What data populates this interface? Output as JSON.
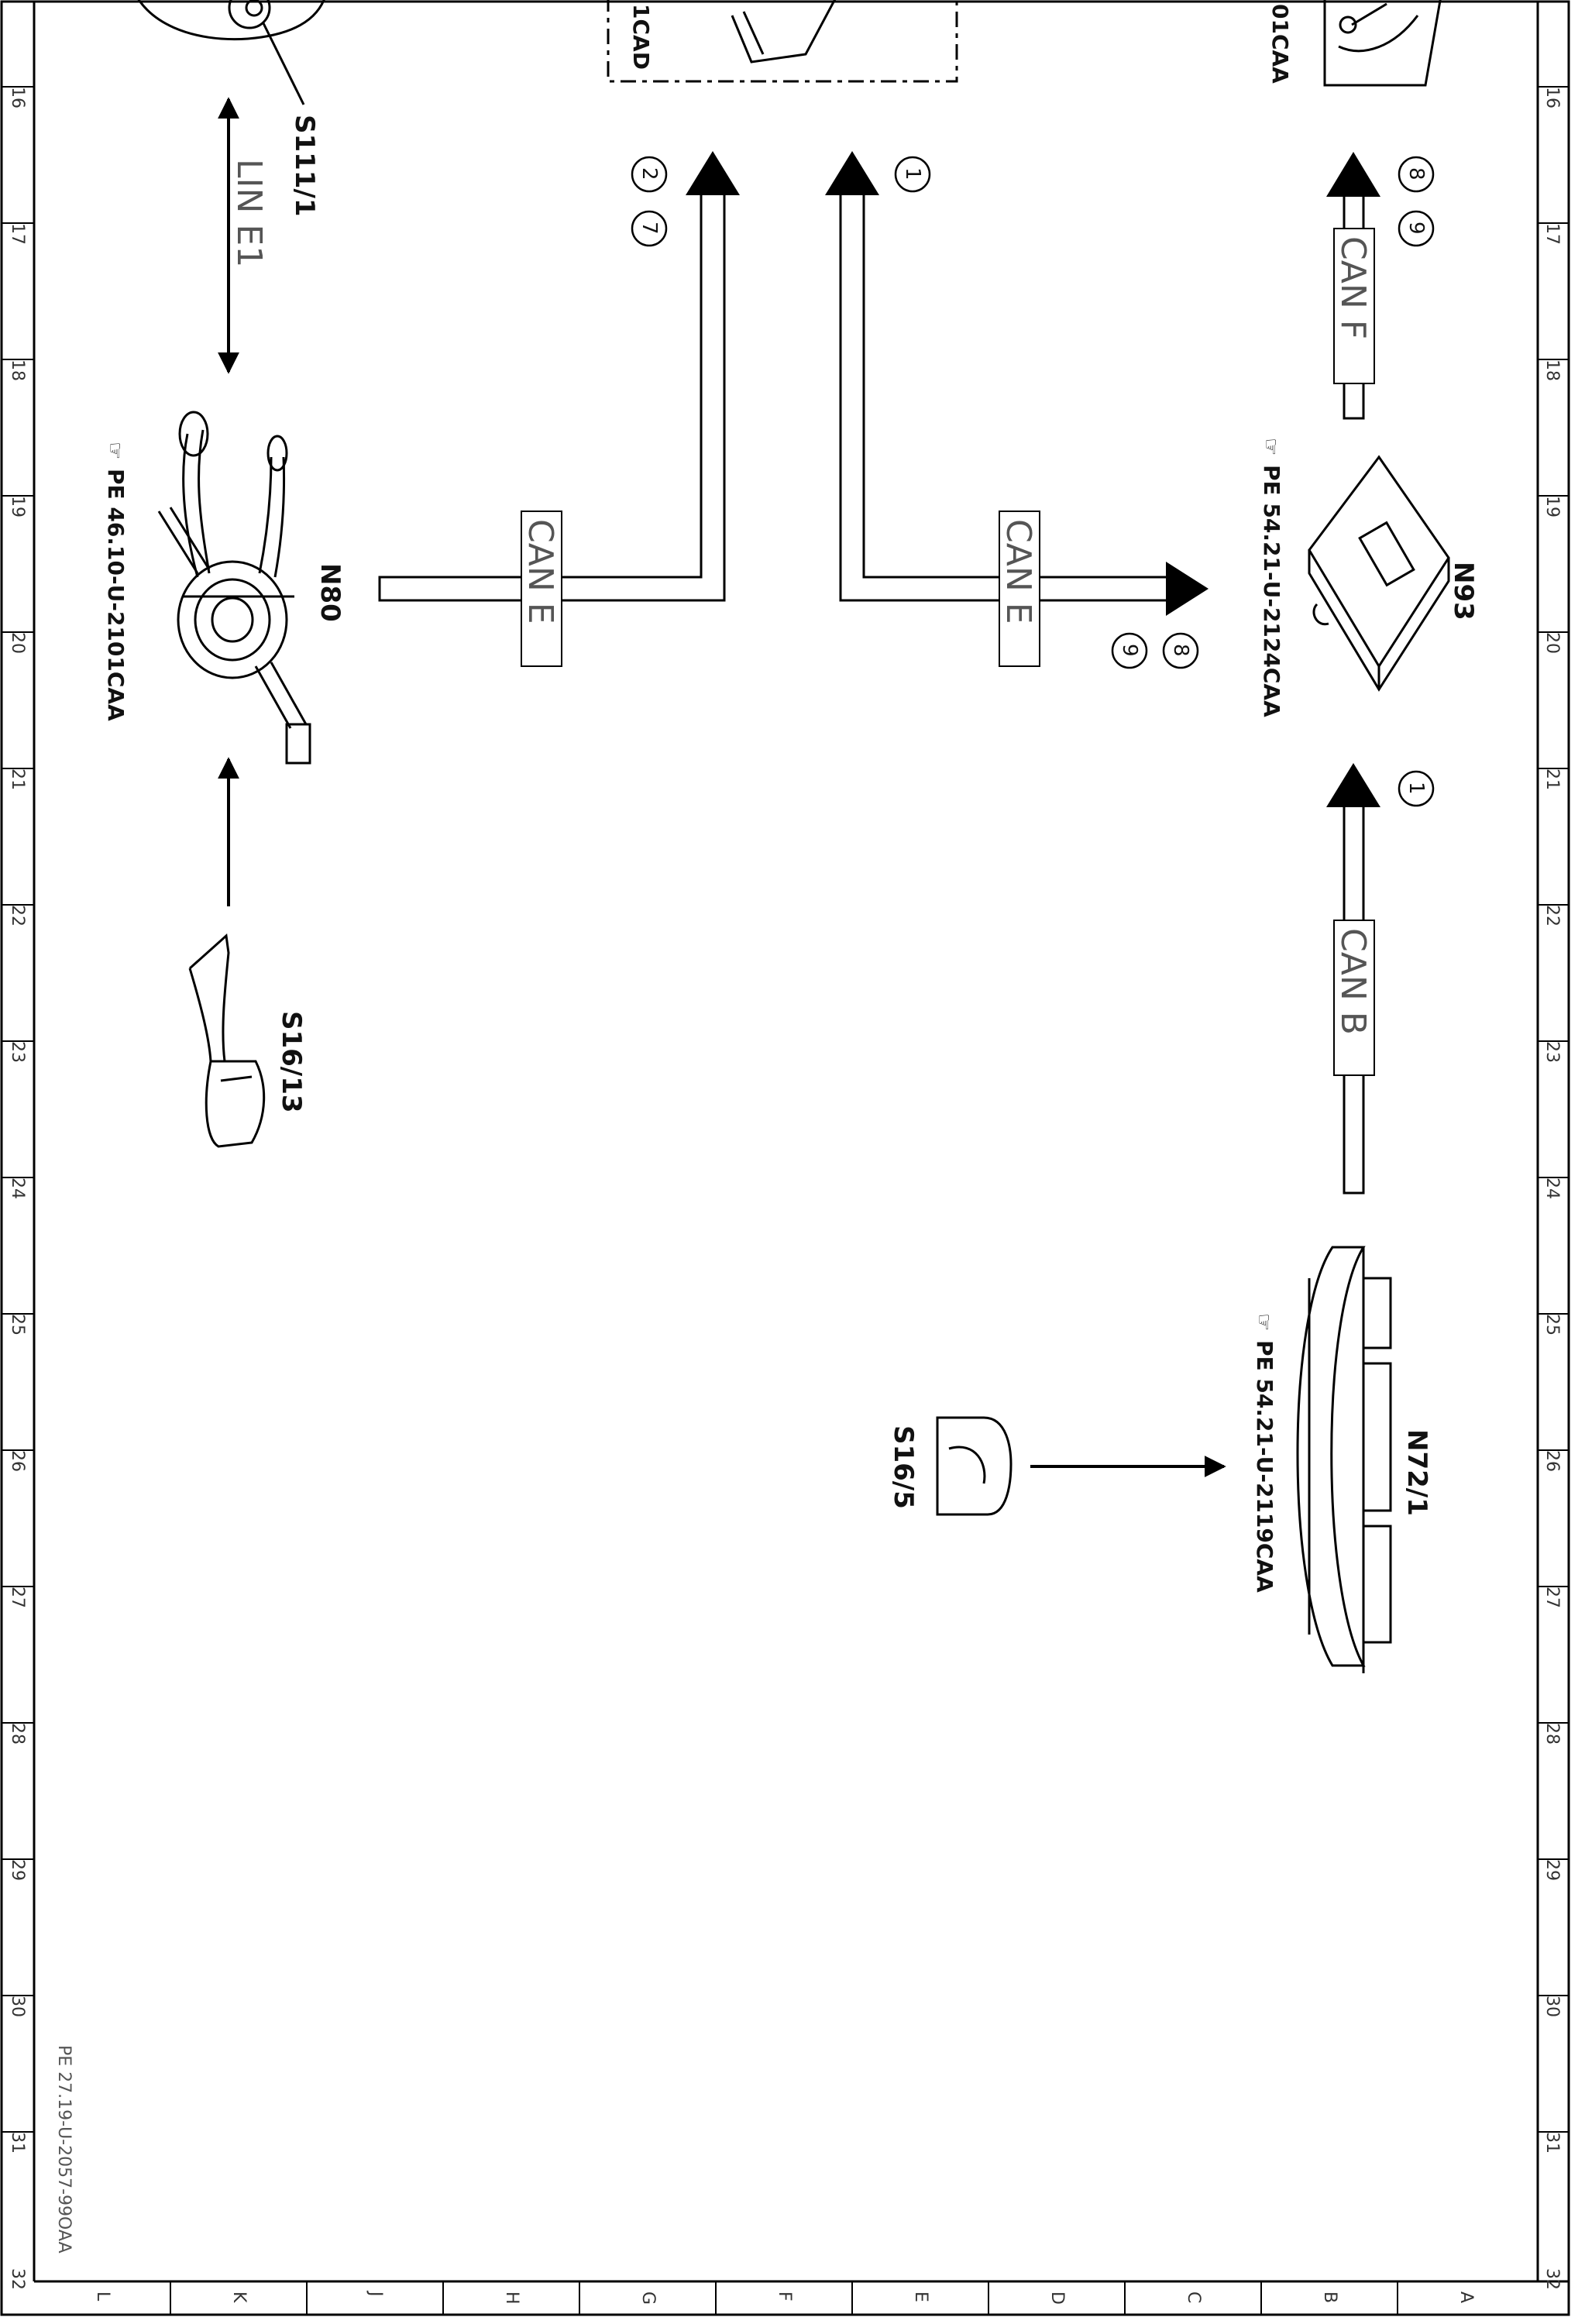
{
  "grid": {
    "row_numbers": [
      "16",
      "17",
      "18",
      "19",
      "20",
      "21",
      "22",
      "23",
      "24",
      "25",
      "26",
      "27",
      "28",
      "29",
      "30",
      "31",
      "32"
    ],
    "column_letters": [
      "L",
      "K",
      "J",
      "H",
      "G",
      "F",
      "E",
      "D",
      "C",
      "B",
      "A"
    ]
  },
  "components": {
    "s111_1": {
      "label": "S111/1"
    },
    "n80": {
      "label": "N80",
      "ref": "PE 46.10-U-2101CAA"
    },
    "s16_13": {
      "label": "S16/13"
    },
    "n93": {
      "label": "N93",
      "ref": "PE 54.21-U-2124CAA"
    },
    "n72_1": {
      "label": "N72/1",
      "ref": "PE 54.21-U-2119CAA"
    },
    "s16_5": {
      "label": "S16/5"
    },
    "top_center_partial": {
      "label": "1CAD"
    },
    "top_right_partial": {
      "label": "01CAA"
    }
  },
  "buses": {
    "lin_e1": "LIN E1",
    "can_e_left": "CAN E",
    "can_e_right": "CAN E",
    "can_f": "CAN F",
    "can_b": "CAN B"
  },
  "markers": {
    "m2": "2",
    "m7": "7",
    "m1_top": "1",
    "m8_top": "8",
    "m9_top": "9",
    "m8_mid": "8",
    "m9_mid": "9",
    "m1_mid": "1"
  },
  "footer": {
    "doc_id": "PE 27.19-U-2057-99OAA"
  }
}
